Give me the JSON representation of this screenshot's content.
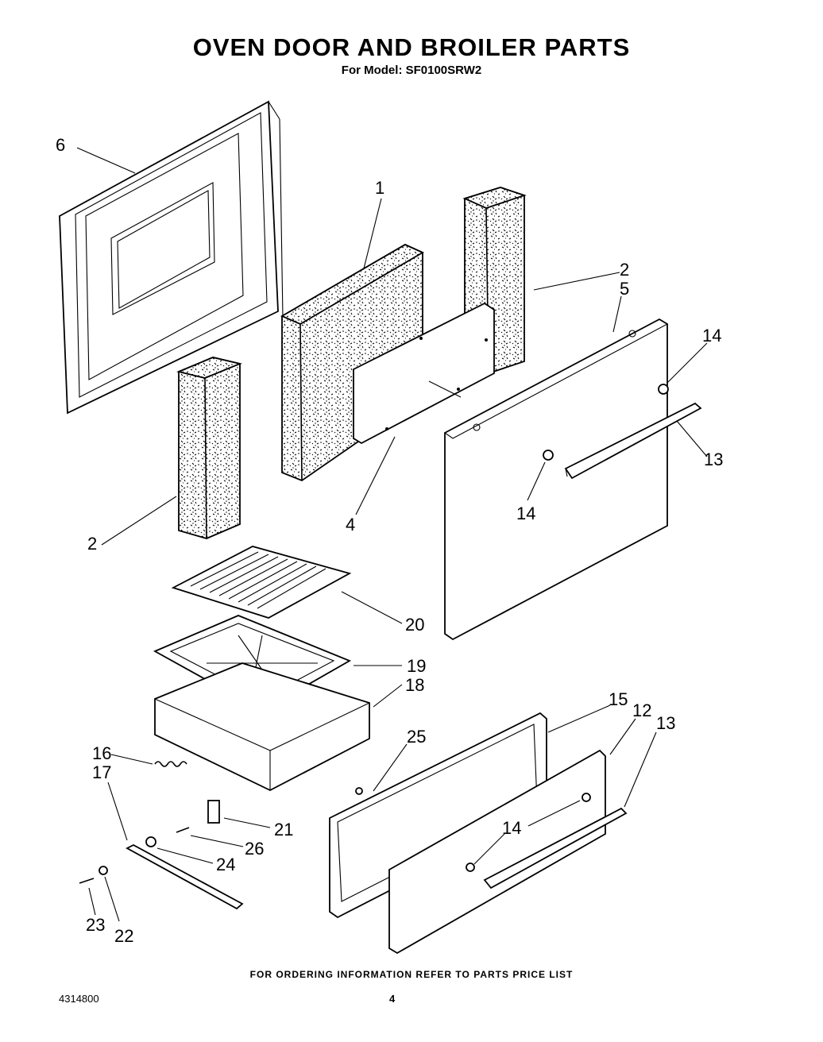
{
  "header": {
    "title": "OVEN DOOR AND BROILER PARTS",
    "subtitle": "For Model: SF0100SRW2"
  },
  "callouts": {
    "c1": "1",
    "c2a": "2",
    "c2b": "2",
    "c4": "4",
    "c5": "5",
    "c6": "6",
    "c12": "12",
    "c13a": "13",
    "c13b": "13",
    "c14a": "14",
    "c14b": "14",
    "c14c": "14",
    "c15": "15",
    "c16": "16",
    "c17": "17",
    "c18": "18",
    "c19": "19",
    "c20": "20",
    "c21": "21",
    "c22": "22",
    "c23": "23",
    "c24": "24",
    "c25": "25",
    "c26": "26"
  },
  "footer": {
    "note": "FOR ORDERING INFORMATION REFER TO PARTS PRICE LIST",
    "doc_number": "4314800",
    "page_number": "4"
  }
}
